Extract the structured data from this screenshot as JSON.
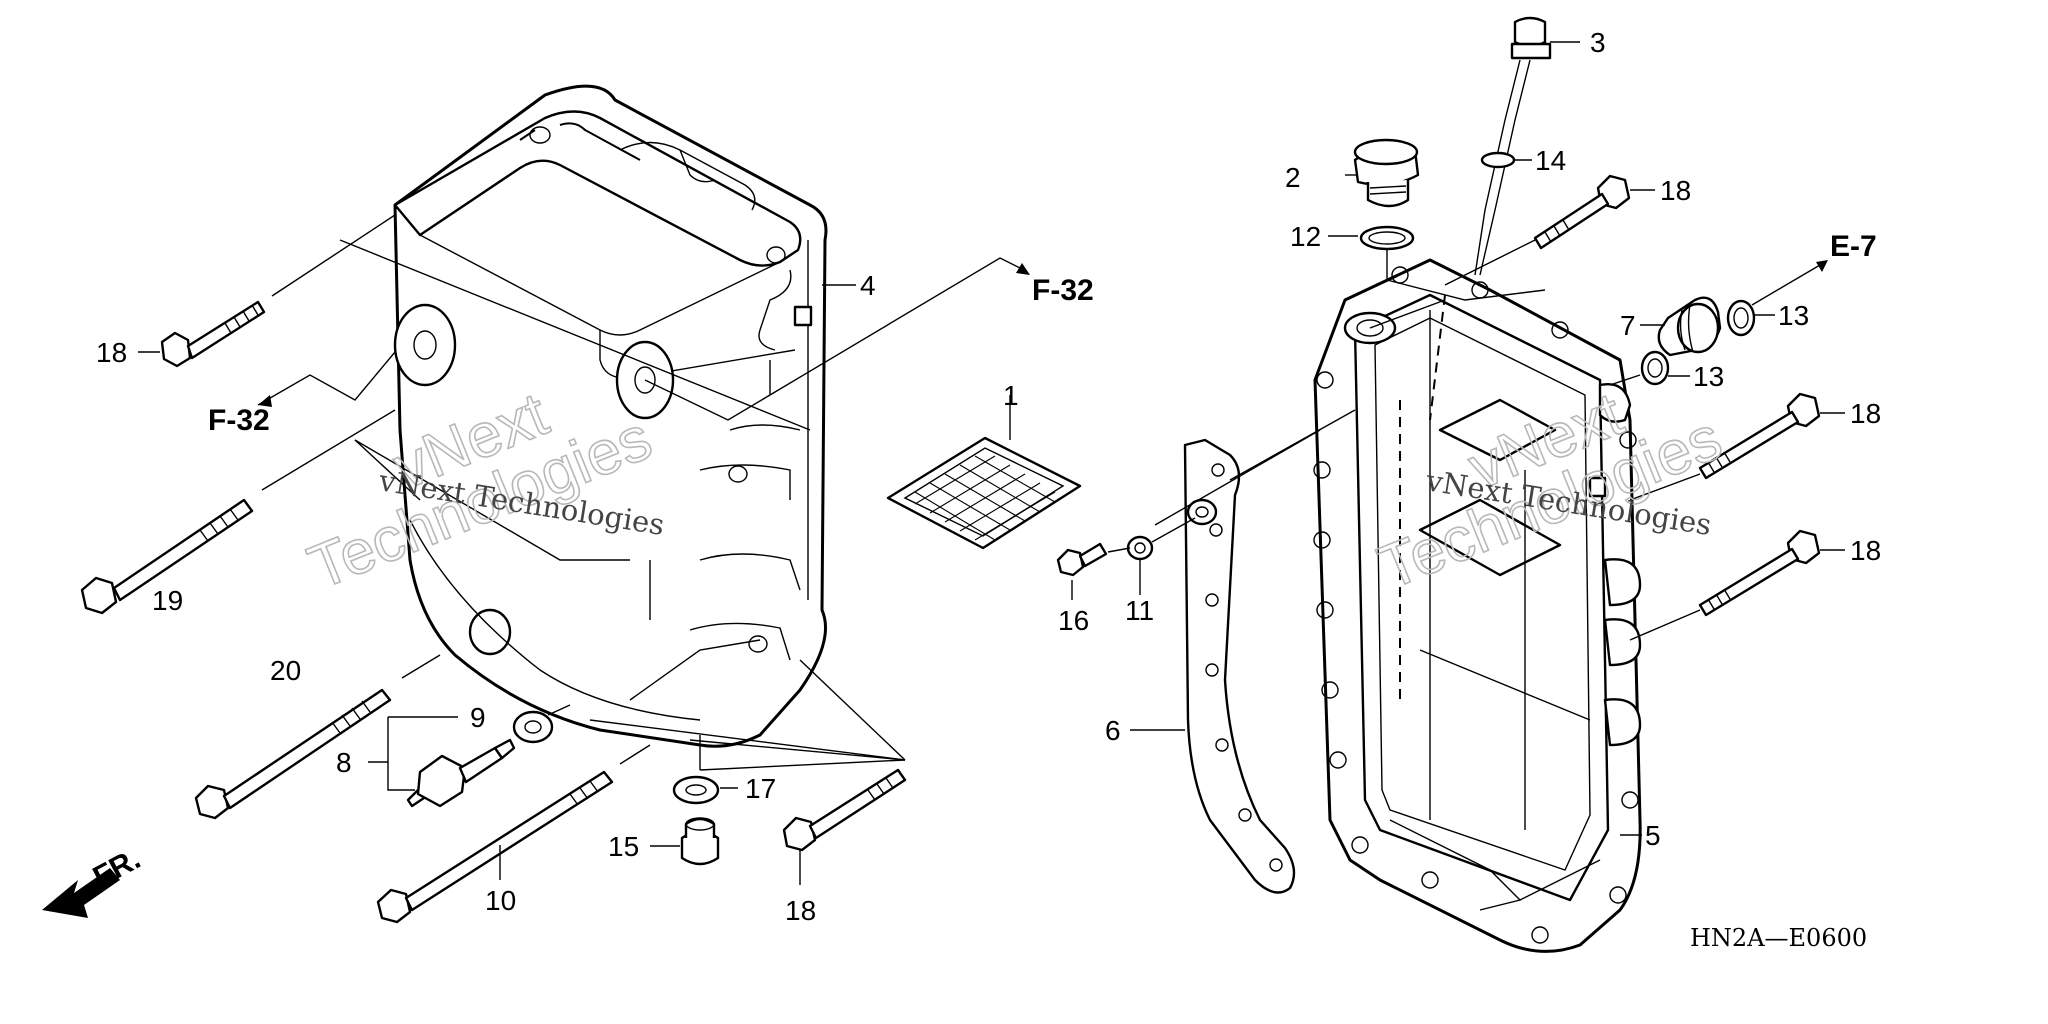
{
  "diagram": {
    "drawing_code": "HN2A—E0600",
    "front_label": "FR.",
    "callouts": [
      {
        "id": "c1",
        "label": "1"
      },
      {
        "id": "c2",
        "label": "2"
      },
      {
        "id": "c3",
        "label": "3"
      },
      {
        "id": "c4",
        "label": "4"
      },
      {
        "id": "c5",
        "label": "5"
      },
      {
        "id": "c6",
        "label": "6"
      },
      {
        "id": "c7",
        "label": "7"
      },
      {
        "id": "c8",
        "label": "8"
      },
      {
        "id": "c9",
        "label": "9"
      },
      {
        "id": "c10",
        "label": "10"
      },
      {
        "id": "c11",
        "label": "11"
      },
      {
        "id": "c12",
        "label": "12"
      },
      {
        "id": "c13a",
        "label": "13"
      },
      {
        "id": "c13b",
        "label": "13"
      },
      {
        "id": "c14",
        "label": "14"
      },
      {
        "id": "c15",
        "label": "15"
      },
      {
        "id": "c16",
        "label": "16"
      },
      {
        "id": "c17",
        "label": "17"
      },
      {
        "id": "c18a",
        "label": "18"
      },
      {
        "id": "c18b",
        "label": "18"
      },
      {
        "id": "c18c",
        "label": "18"
      },
      {
        "id": "c18d",
        "label": "18"
      },
      {
        "id": "c18e",
        "label": "18"
      },
      {
        "id": "c19",
        "label": "19"
      },
      {
        "id": "c20",
        "label": "20"
      }
    ],
    "references": [
      {
        "id": "r1",
        "label": "F-32"
      },
      {
        "id": "r2",
        "label": "F-32"
      },
      {
        "id": "r3",
        "label": "E-7"
      }
    ]
  },
  "watermark": {
    "brand": "vNext",
    "word": "Technologies",
    "line": "vNext Technologies"
  }
}
